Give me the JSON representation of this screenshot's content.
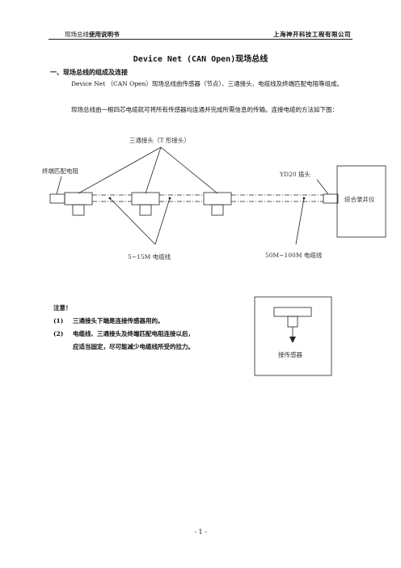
{
  "header": {
    "left_a": "现场总线",
    "left_b": "使用说明书",
    "right": "上海神开科技工程有限公司"
  },
  "title": "Device Net (CAN Open)现场总线",
  "section": {
    "num": "一、",
    "heading": "现场总线的组成及连接"
  },
  "paragraphs": [
    "Device Net （CAN Open）现场总线由传感器（节点）、三通接头、电缆线及终端匹配电阻等组成。",
    "现场总线由一根四芯电缆就可将所有传感器均连通并完成所需信息的传输。连接电缆的方法如下图："
  ],
  "diagram": {
    "label_tee": "三通接头（T 形接头）",
    "label_terminator": "终端匹配电阻",
    "label_plug": "YD20 插头",
    "label_box": "综合录井仪",
    "label_short_cable": "5~15M 电缆线",
    "label_long_cable": "50M~100M 电缆线",
    "inset_label": "接传感器"
  },
  "notes": {
    "title": "注意！",
    "items": [
      {
        "num": "(1)",
        "text": "三通接头下端是连接传感器用的。"
      },
      {
        "num": "(2)",
        "text": "电缆线、三通接头及终端匹配电阻连接以后，",
        "cont": "应适当固定，尽可能减少电缆线所受的拉力。"
      }
    ]
  },
  "page_number": "- 1 -"
}
